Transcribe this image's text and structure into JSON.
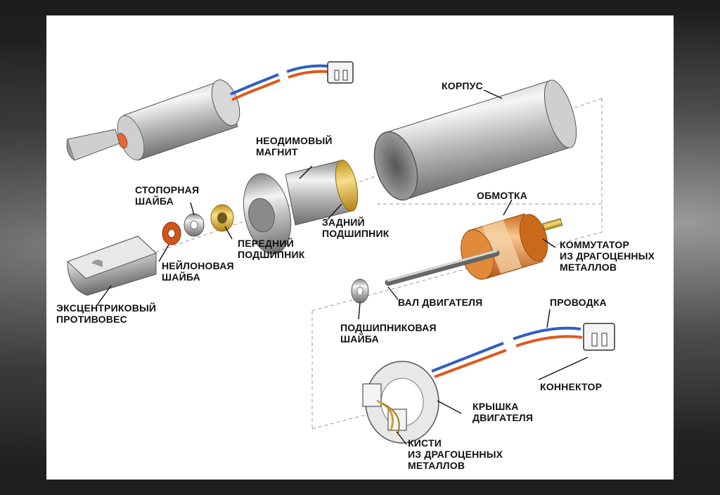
{
  "labels": {
    "korpus": "КОРПУС",
    "neodim_magnet": "НЕОДИМОВЫЙ\nМАГНИТ",
    "stopornaya_shaiba": "СТОПОРНАЯ\nШАЙБА",
    "zadniy_podshipnik": "ЗАДНИЙ\nПОДШИПНИК",
    "obmotka": "ОБМОТКА",
    "peredniy_podshipnik": "ПЕРЕДНИЙ\nПОДШИПНИК",
    "kommutator": "КОММУТАТОР\nИЗ ДРАГОЦЕННЫХ\nМЕТАЛЛОВ",
    "neylonovaya_shaiba": "НЕЙЛОНОВАЯ\nШАЙБА",
    "val_dvigatelya": "ВАЛ ДВИГАТЕЛЯ",
    "ekscentrikoviy": "ЭКСЦЕНТРИКОВЫЙ\nПРОТИВОВЕС",
    "provodka": "ПРОВОДКА",
    "podshipnikovaya_shaiba": "ПОДШИПНИКОВАЯ\nШАЙБА",
    "konnektor": "КОННЕКТОР",
    "kryshka": "КРЫШКА\nДВИГАТЕЛЯ",
    "kisti": "КИСТИ\nИЗ ДРАГОЦЕННЫХ\nМЕТАЛЛОВ"
  },
  "colors": {
    "wire_blue": "#2f5fc4",
    "wire_orange": "#e0581c",
    "copper_coil": "#e8903a",
    "brass": "#e0b43a",
    "nylon_washer": "#d0541c"
  }
}
